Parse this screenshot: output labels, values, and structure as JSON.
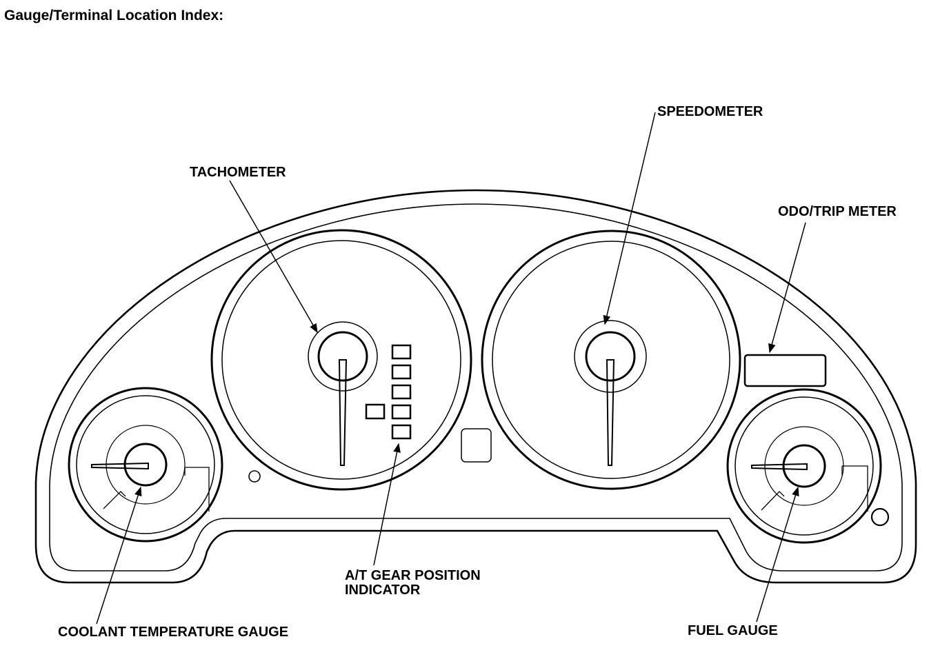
{
  "title": "Gauge/Terminal Location Index:",
  "callouts": {
    "tachometer": "TACHOMETER",
    "speedometer": "SPEEDOMETER",
    "odo_trip_meter": "ODO/TRIP METER",
    "at_gear_position_indicator_line1": "A/T GEAR POSITION",
    "at_gear_position_indicator_line2": "INDICATOR",
    "coolant_temperature_gauge": "COOLANT TEMPERATURE GAUGE",
    "fuel_gauge": "FUEL GAUGE"
  },
  "colors": {
    "ink": "#000000",
    "background": "#ffffff"
  }
}
